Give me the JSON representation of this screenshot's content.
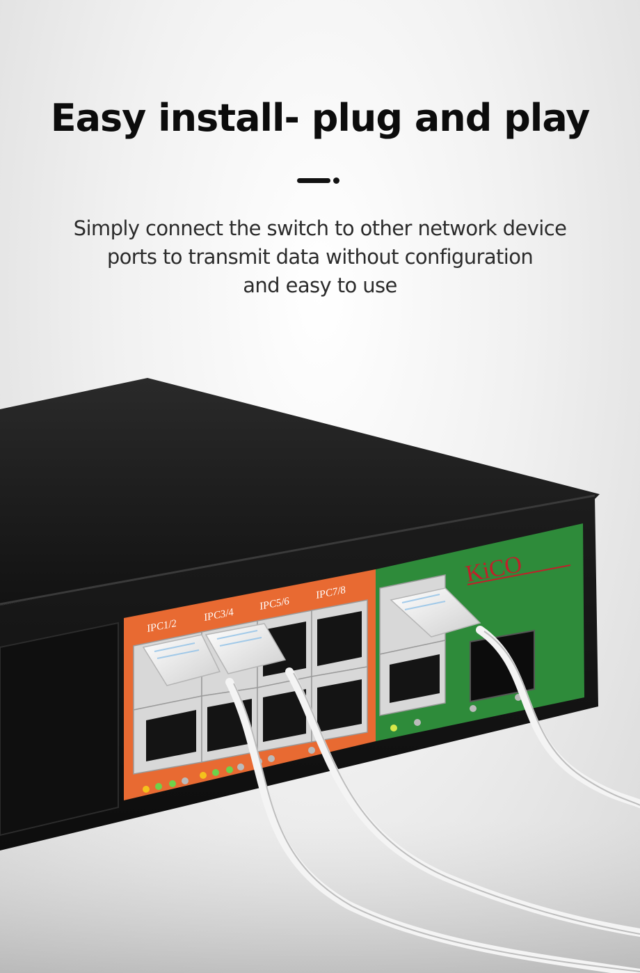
{
  "headline": "Easy install- plug and play",
  "description_lines": [
    "Simply connect the switch to other network device",
    "ports to transmit data without configuration",
    "and easy to use"
  ],
  "device": {
    "brand": "KiCO",
    "port_labels": [
      "IPC1/2",
      "IPC3/4",
      "IPC5/6",
      "IPC7/8"
    ]
  },
  "colors": {
    "chassis": "#1a1a1a",
    "port_panel_orange": "#e86a32",
    "uplink_panel_green": "#2e8b3a",
    "brand_red": "#c0202a",
    "cable": "#f4f4f4"
  }
}
